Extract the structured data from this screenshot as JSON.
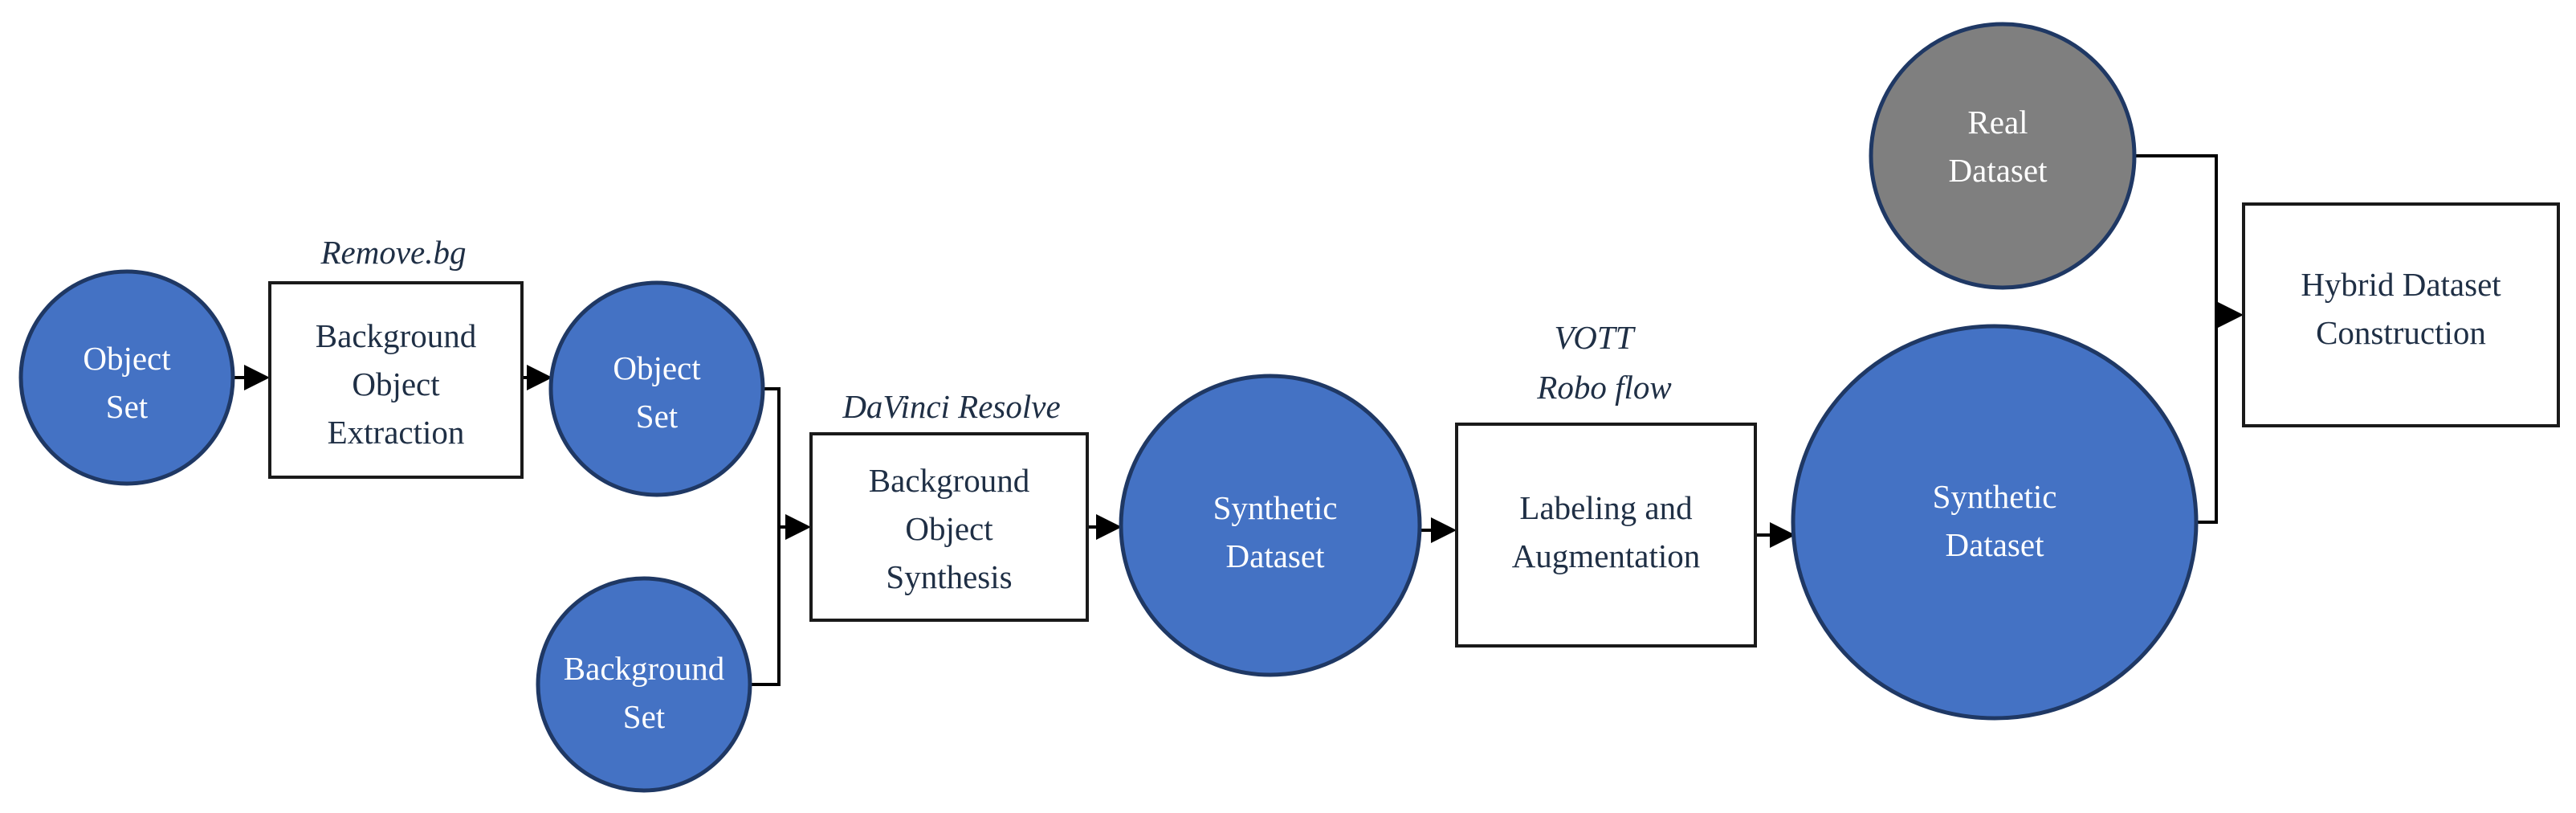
{
  "colors": {
    "circle_fill": "#4472C4",
    "circle_stroke": "#1F3864",
    "real_fill": "#7F7F7F",
    "box_stroke": "#1a1a1a",
    "box_text": "#1f2f45",
    "circle_text": "#ffffff",
    "arrow": "#000000"
  },
  "nodes": {
    "object_set_1": {
      "line1": "Object",
      "line2": "Set"
    },
    "bg_extraction": {
      "line1": "Background",
      "line2": "Object",
      "line3": "Extraction"
    },
    "object_set_2": {
      "line1": "Object",
      "line2": "Set"
    },
    "background_set": {
      "line1": "Background",
      "line2": "Set"
    },
    "bg_synthesis": {
      "line1": "Background",
      "line2": "Object",
      "line3": "Synthesis"
    },
    "synthetic_1": {
      "line1": "Synthetic",
      "line2": "Dataset"
    },
    "labeling": {
      "line1": "Labeling and",
      "line2": "Augmentation"
    },
    "synthetic_2": {
      "line1": "Synthetic",
      "line2": "Dataset"
    },
    "real": {
      "line1": "Real",
      "line2": "Dataset"
    },
    "hybrid": {
      "line1": "Hybrid Dataset",
      "line2": "Construction"
    }
  },
  "tools": {
    "remove_bg": "Remove.bg",
    "davinci": "DaVinci Resolve",
    "vott": "VOTT",
    "roboflow": "Robo flow"
  }
}
